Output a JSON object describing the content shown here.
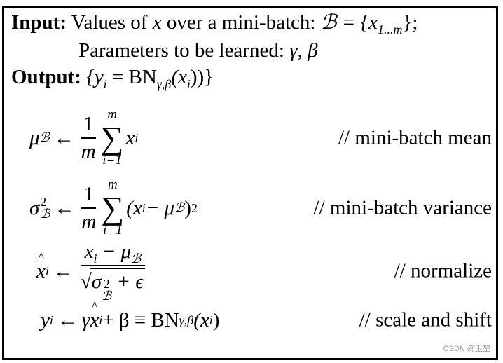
{
  "algorithm": {
    "input_label": "Input:",
    "input_text": "Values of",
    "input_var": "x",
    "input_text2": "over a mini-batch:",
    "input_set": "ℬ = {x",
    "input_set_sub": "1...m",
    "input_set_end": "};",
    "params_text": "Parameters to be learned:",
    "params_vars": "γ, β",
    "output_label": "Output:",
    "output_expr_start": "{y",
    "output_expr_sub_i": "i",
    "output_expr_mid": " = BN",
    "output_expr_sub": "γ,β",
    "output_expr_end": "(x",
    "output_expr_close": "))}"
  },
  "steps": [
    {
      "lhs": "μ",
      "lhs_sub": "ℬ",
      "arrow": "←",
      "frac_num": "1",
      "frac_den": "m",
      "sum_top": "m",
      "sum_bottom": "i=1",
      "body": "x",
      "body_sub": "i",
      "comment": "// mini-batch mean"
    },
    {
      "lhs": "σ",
      "lhs_sup": "2",
      "lhs_sub": "ℬ",
      "arrow": "←",
      "frac_num": "1",
      "frac_den": "m",
      "sum_top": "m",
      "sum_bottom": "i=1",
      "body": "(x",
      "body_sub": "i",
      "body2": " − μ",
      "body2_sub": "ℬ",
      "body_end": ")",
      "body_sup": "2",
      "comment": "// mini-batch variance"
    },
    {
      "lhs": "x",
      "lhs_sub": "i",
      "arrow": "←",
      "num": "x",
      "num_sub": "i",
      "num2": " − μ",
      "num2_sub": "ℬ",
      "den_root": "√",
      "den": "σ",
      "den_sup": "2",
      "den_sub": "ℬ",
      "den_end": " + ϵ",
      "comment": "// normalize"
    },
    {
      "lhs": "y",
      "lhs_sub": "i",
      "arrow": "←",
      "rhs": "γ",
      "rhs_hat": "x",
      "rhs_hat_sub": "i",
      "rhs2": " + β ≡ BN",
      "rhs2_sub": "γ,β",
      "rhs3": "(x",
      "rhs3_sub": "i",
      "rhs4": ")",
      "comment": "// scale and shift"
    }
  ],
  "watermark": "CSDN @玉堃"
}
